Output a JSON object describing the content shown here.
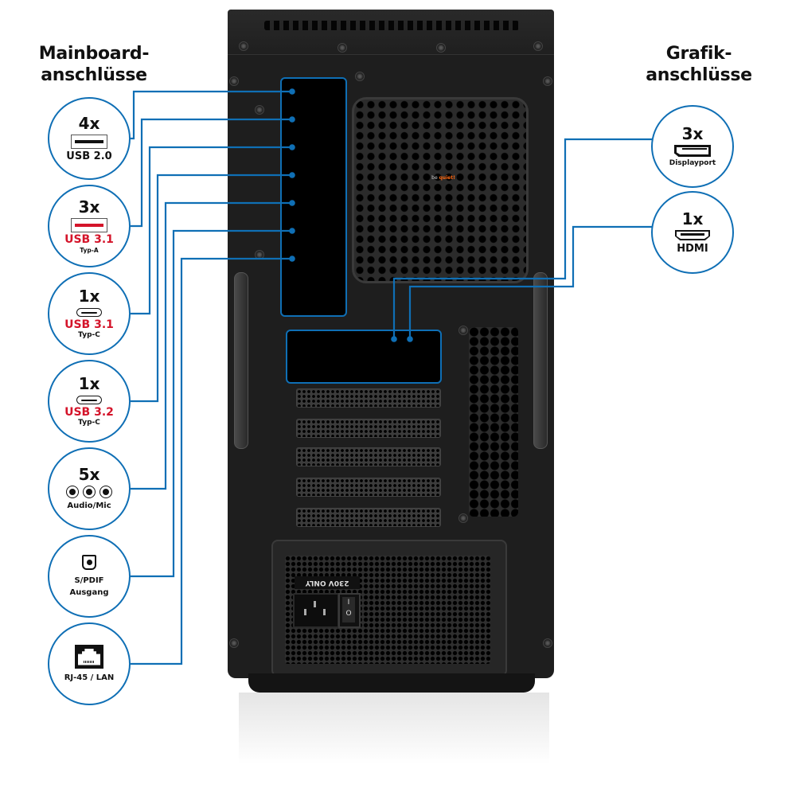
{
  "headings": {
    "mainboard": [
      "Mainboard-",
      "anschlüsse"
    ],
    "graphics": [
      "Grafik-",
      "anschlüsse"
    ]
  },
  "mainboard_ports": [
    {
      "count": "4x",
      "icon": "usb-a-icon",
      "label": "USB 2.0",
      "label_color": "#111111",
      "sub": ""
    },
    {
      "count": "3x",
      "icon": "usb-a-red-icon",
      "label": "USB 3.1",
      "label_color": "#d4142a",
      "sub": "Typ-A"
    },
    {
      "count": "1x",
      "icon": "usb-c-icon",
      "label": "USB 3.1",
      "label_color": "#d4142a",
      "sub": "Typ-C"
    },
    {
      "count": "1x",
      "icon": "usb-c-icon",
      "label": "USB 3.2",
      "label_color": "#d4142a",
      "sub": "Typ-C"
    },
    {
      "count": "5x",
      "icon": "audio-jack-icon",
      "label": "Audio/Mic",
      "label_color": "#111111",
      "sub": ""
    },
    {
      "count": "",
      "icon": "spdif-optical-icon",
      "label": "S/PDIF",
      "label_color": "#111111",
      "sub": "Ausgang"
    },
    {
      "count": "",
      "icon": "rj45-icon",
      "label": "RJ-45 / LAN",
      "label_color": "#111111",
      "sub": ""
    }
  ],
  "graphics_ports": [
    {
      "count": "3x",
      "icon": "displayport-icon",
      "label": "Displayport"
    },
    {
      "count": "1x",
      "icon": "hdmi-icon",
      "label": "HDMI"
    }
  ],
  "case": {
    "psu_label": "230V ONLY",
    "switch_on": "I",
    "switch_off": "O",
    "fan_brand": [
      "be",
      "quiet!"
    ]
  },
  "colors": {
    "accent_line": "#0f6fb5",
    "highlight_red": "#d4142a"
  }
}
